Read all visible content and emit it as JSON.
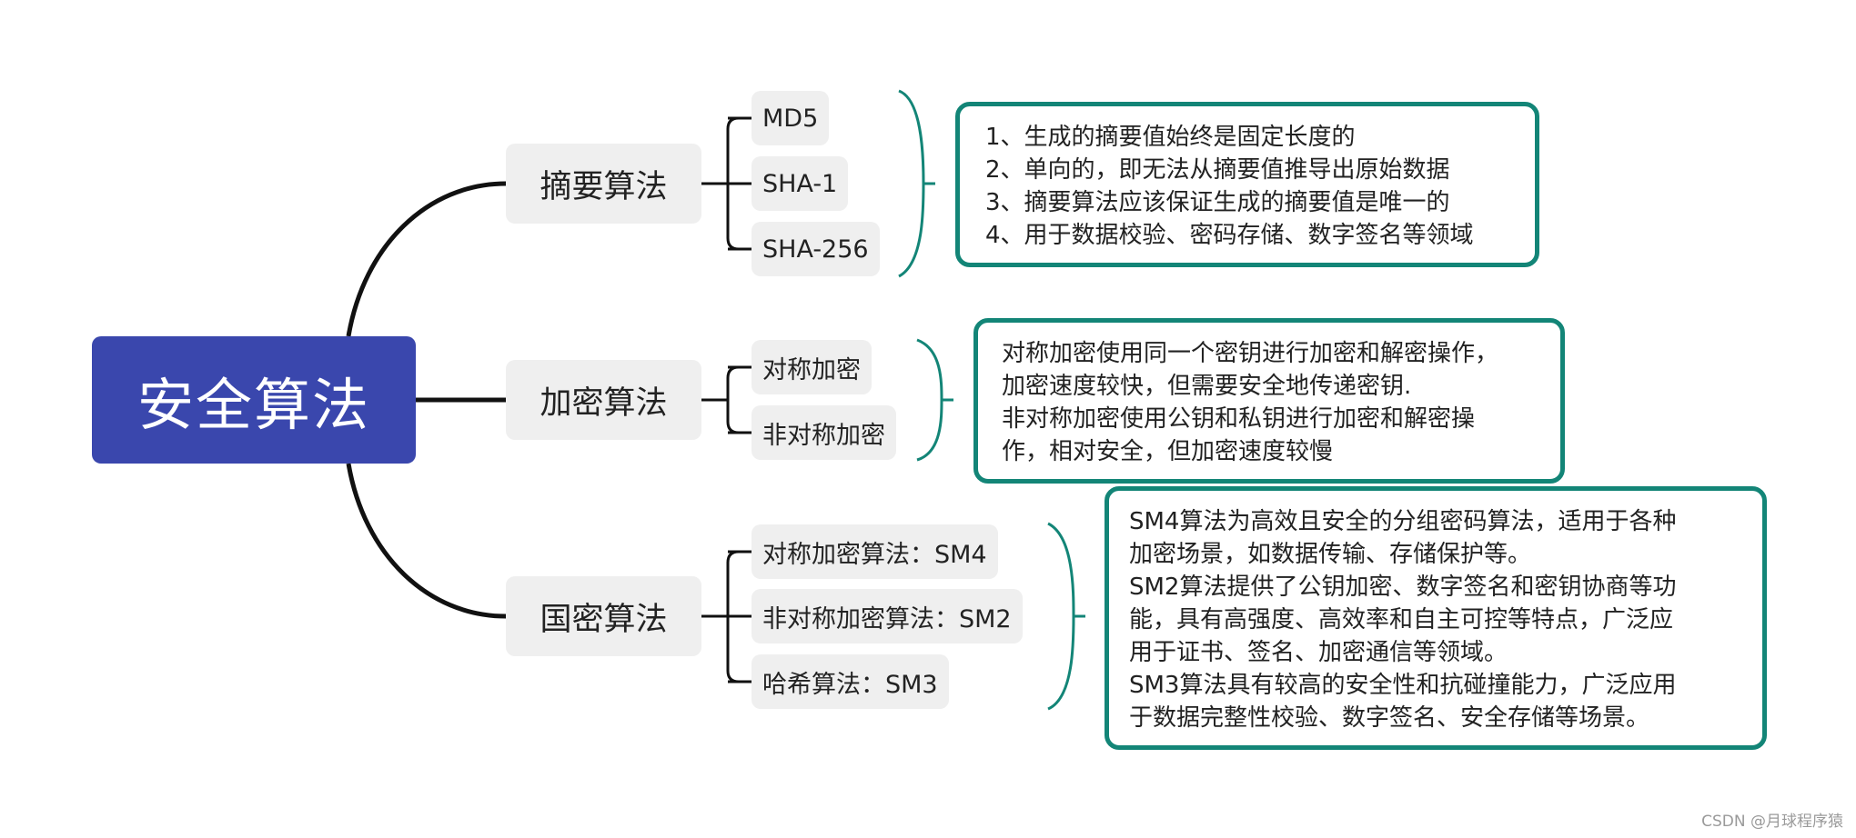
{
  "colors": {
    "root_bg": "#3a47ad",
    "branch_bg": "#efefef",
    "note_border": "#138577",
    "connector": "#111111"
  },
  "root": {
    "label": "安全算法"
  },
  "branches": [
    {
      "label": "摘要算法",
      "leaves": [
        "MD5",
        "SHA-1",
        "SHA-256"
      ],
      "note": [
        "1、生成的摘要值始终是固定长度的",
        "2、单向的，即无法从摘要值推导出原始数据",
        "3、摘要算法应该保证生成的摘要值是唯一的",
        "4、用于数据校验、密码存储、数字签名等领域"
      ]
    },
    {
      "label": "加密算法",
      "leaves": [
        "对称加密",
        "非对称加密"
      ],
      "note": [
        "对称加密使用同一个密钥进行加密和解密操作，",
        "加密速度较快，但需要安全地传递密钥.",
        "非对称加密使用公钥和私钥进行加密和解密操",
        "作，相对安全，但加密速度较慢"
      ]
    },
    {
      "label": "国密算法",
      "leaves": [
        "对称加密算法：SM4",
        "非对称加密算法：SM2",
        "哈希算法：SM3"
      ],
      "note": [
        "SM4算法为高效且安全的分组密码算法，适用于各种",
        "加密场景，如数据传输、存储保护等。",
        "SM2算法提供了公钥加密、数字签名和密钥协商等功",
        "能，具有高强度、高效率和自主可控等特点，广泛应",
        "用于证书、签名、加密通信等领域。",
        "SM3算法具有较高的安全性和抗碰撞能力，广泛应用",
        "于数据完整性校验、数字签名、安全存储等场景。"
      ]
    }
  ],
  "watermark": "CSDN @月球程序猿"
}
